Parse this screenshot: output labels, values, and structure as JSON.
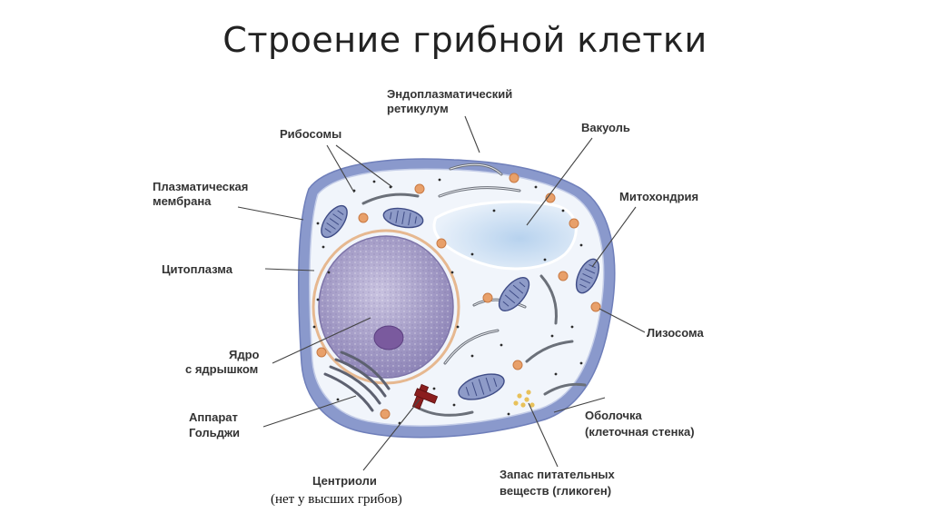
{
  "title": "Строение грибной клетки",
  "labels": {
    "er_line1": "Эндоплазматический",
    "er_line2": "ретикулум",
    "ribosomes": "Рибосомы",
    "vacuole": "Вакуоль",
    "plasma_line1": "Плазматическая",
    "plasma_line2": "мембрана",
    "mitochondria": "Митохондрия",
    "cytoplasm": "Цитоплазма",
    "lysosome": "Лизосома",
    "nucleus_line1": "Ядро",
    "nucleus_line2": "с ядрышком",
    "golgi_line1": "Аппарат",
    "golgi_line2": "Гольджи",
    "wall_line1": "Оболочка",
    "wall_line2": "(клеточная стенка)",
    "centrioles": "Центриоли",
    "centrioles_note": "(нет у высших грибов)",
    "glycogen_line1": "Запас питательных",
    "glycogen_line2": "веществ (гликоген)"
  },
  "colors": {
    "cell_wall": "#7f8fc6",
    "cytoplasm": "#f1f5fb",
    "nucleus": "#a59cc6",
    "nucleolus": "#7a5a9e",
    "mitochondria": "#8e9bc8",
    "lysosome": "#e8a06a",
    "vacuole": "#cfe0f2",
    "glycogen": "#e8c15a"
  }
}
